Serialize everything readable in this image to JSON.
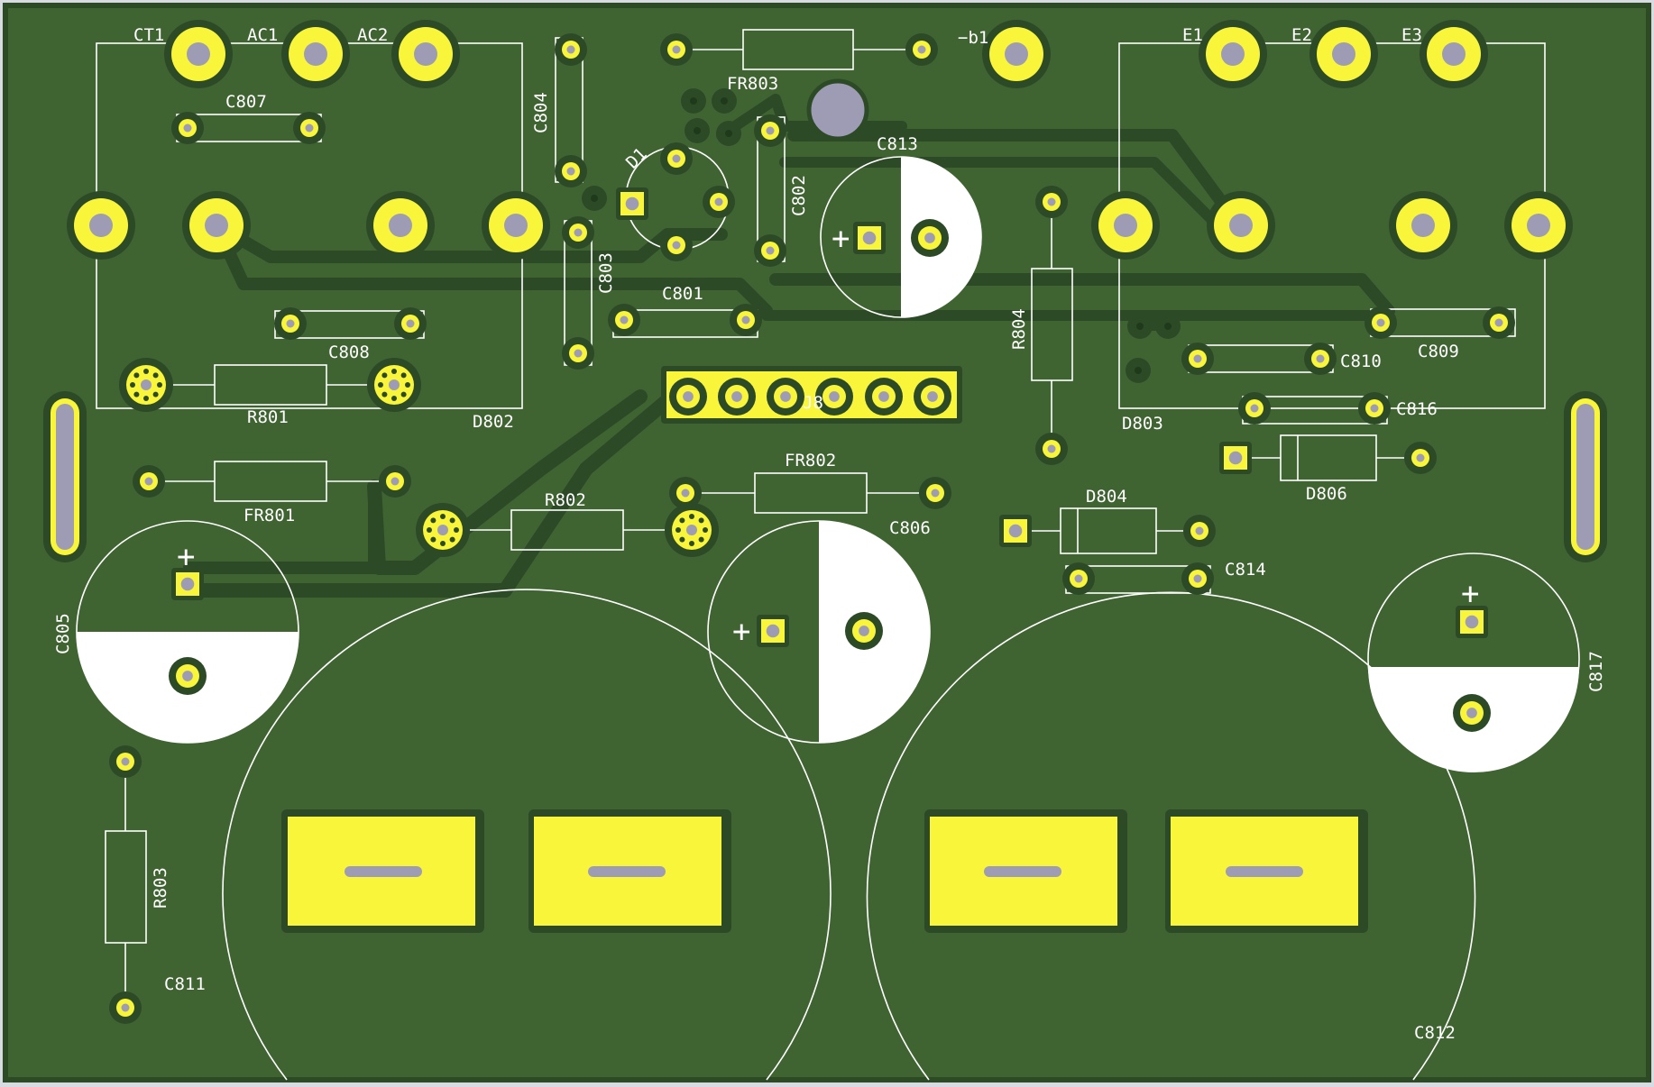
{
  "viewer": {
    "title": "PCB 3D Viewer"
  },
  "colors": {
    "background": "#d9dbe3",
    "board": "#3f6331",
    "track": "#2d4a27",
    "pad": "#f8f53a",
    "hole": "#9e9cb4",
    "silkscreen": "#ffffff",
    "edge": "#2c4a23"
  },
  "labels": {
    "ct1": "CT1",
    "ac1": "AC1",
    "ac2": "AC2",
    "c807": "C807",
    "c804": "C804",
    "fr803": "FR803",
    "b1": "−b1",
    "e1": "E1",
    "e2": "E2",
    "e3": "E3",
    "d1": "D1",
    "c813": "C813",
    "c802": "C802",
    "c803": "C803",
    "c801": "C801",
    "r804": "R804",
    "c808": "C808",
    "r801": "R801",
    "d802": "D802",
    "j8": "J8",
    "c810": "C810",
    "c809": "C809",
    "c816": "C816",
    "d803": "D803",
    "fr802": "FR802",
    "fr801": "FR801",
    "r802": "R802",
    "c806": "C806",
    "d804": "D804",
    "d806": "D806",
    "c814": "C814",
    "c805": "C805",
    "c817": "C817",
    "r803": "R803",
    "c811": "C811",
    "c812": "C812",
    "plus": "+"
  }
}
